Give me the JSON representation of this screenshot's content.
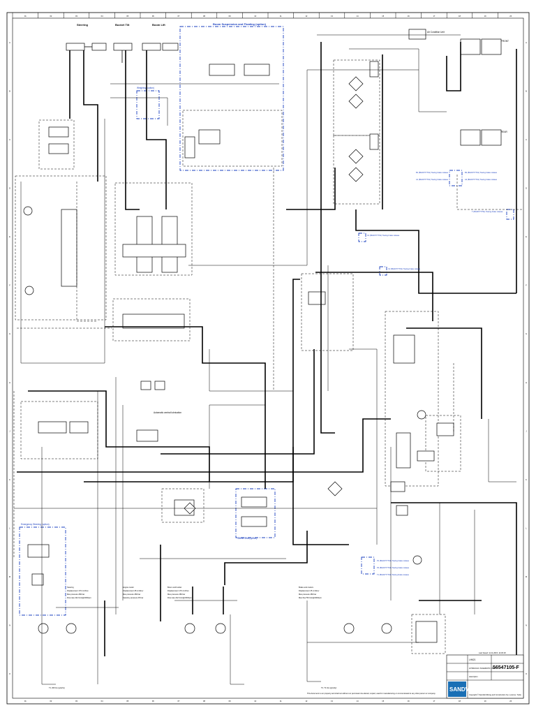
{
  "frame": {
    "columns": [
      "01",
      "02",
      "03",
      "04",
      "05",
      "06",
      "07",
      "08",
      "09",
      "10",
      "11",
      "12",
      "13",
      "14",
      "15",
      "16",
      "17",
      "18",
      "19",
      "20"
    ],
    "rows": [
      "A",
      "B",
      "C",
      "D",
      "E",
      "F",
      "G",
      "H",
      "J",
      "K",
      "L",
      "M",
      "N",
      "O"
    ]
  },
  "sections": {
    "steering": "Steering",
    "bucket_tilt": "Bucket Tilt",
    "boom_lift": "Boom Lift",
    "boom_suspension": "Boom Suspension and Floating (option)",
    "air_condition": "Air Condition Unit",
    "front": "FRONT",
    "rear": "REAR",
    "emergency_steering": "Emergency Steering (option)",
    "swivel_seat": "Swivel Seat (option)",
    "automatic_lubrication": "Automatic central lubrication",
    "weighing": "Weighing (option)"
  },
  "brake_releases": [
    "B1 (BG00777791) Towing brake release",
    "A1 (BG00777791) Towing brake release",
    "B2 (BG00777791) Towing brake release",
    "A2 (BG00777791) Towing brake release",
    "T (BG00777791) Towing brake release",
    "C1 (BG00777791) Towing brake release",
    "C2 (BG00777791) Towing brake release",
    "P1 (BG00777791) Towing brake release",
    "P2 (BG00777791) Towing brake release",
    "T1 (BG00777791) Towing brake release"
  ],
  "notes": {
    "steering": [
      "Steering",
      "Displacement 170 cm3/rev",
      "Max pressure 280 bar",
      "Flow rate 242 l/min@2000rpm"
    ],
    "engine_cooler": [
      "Engine cooler",
      "Displacement 28 cm3/rev",
      "Max pressure 280 bar",
      "Stand-by pressure 35 bar"
    ],
    "boom_bucket": [
      "Boom and bucket",
      "Displacement 170 cm3/rev",
      "Max pressure 280 bar",
      "Flow rate 242 l/min@2000rpm"
    ],
    "brake_coolers": [
      "Brake and coolers",
      "Displacement 45 cm3/rev",
      "Max pressure 280 bar",
      "Max flow 55 l/min@2000rpm"
    ]
  },
  "bottom_labels": {
    "tank_left": "T1, Ø2 line (gravity)",
    "tank_right": "T2, T1 line (gravity)"
  },
  "title_block": {
    "last_saved": "Last Saved: 11.11.2015, 14:36:18",
    "model": "LH621",
    "title": "HYDRAULIC SCHEMATIC 15/21",
    "description": "description",
    "drawing_number": "56547105-F",
    "company": "SANDVIK",
    "copyright": "Copyright © Sandvik Mining and Construction Oy, Lucerne, Turku",
    "disclaimer": "This document is our property and shall not without our permission be altered, copied, used for manufacturing or communicated to any other person or company."
  },
  "colors": {
    "line": "#000000",
    "option_frame": "#1a3fbf",
    "logo_bg": "#1a6fb5"
  }
}
